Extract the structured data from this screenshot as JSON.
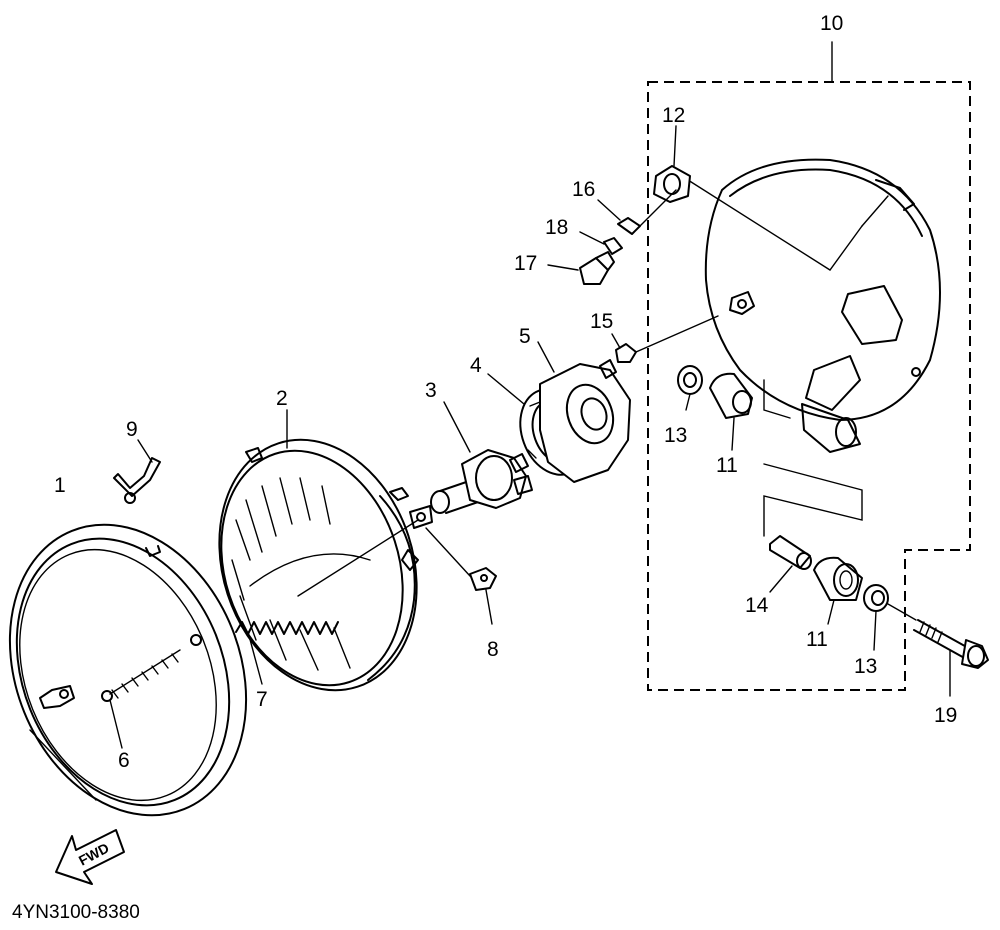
{
  "diagram": {
    "part_code": "4YN3100-8380",
    "forward_label": "FWD",
    "callouts": [
      {
        "id": "c1",
        "text": "1"
      },
      {
        "id": "c2",
        "text": "2"
      },
      {
        "id": "c3",
        "text": "3"
      },
      {
        "id": "c4",
        "text": "4"
      },
      {
        "id": "c5",
        "text": "5"
      },
      {
        "id": "c6",
        "text": "6"
      },
      {
        "id": "c7",
        "text": "7"
      },
      {
        "id": "c8",
        "text": "8"
      },
      {
        "id": "c9",
        "text": "9"
      },
      {
        "id": "c10",
        "text": "10"
      },
      {
        "id": "c11a",
        "text": "11"
      },
      {
        "id": "c11b",
        "text": "11"
      },
      {
        "id": "c12",
        "text": "12"
      },
      {
        "id": "c13a",
        "text": "13"
      },
      {
        "id": "c13b",
        "text": "13"
      },
      {
        "id": "c14",
        "text": "14"
      },
      {
        "id": "c15",
        "text": "15"
      },
      {
        "id": "c16",
        "text": "16"
      },
      {
        "id": "c17",
        "text": "17"
      },
      {
        "id": "c18",
        "text": "18"
      },
      {
        "id": "c19",
        "text": "19"
      }
    ]
  },
  "colors": {
    "ink": "#000000",
    "paper": "#ffffff"
  }
}
